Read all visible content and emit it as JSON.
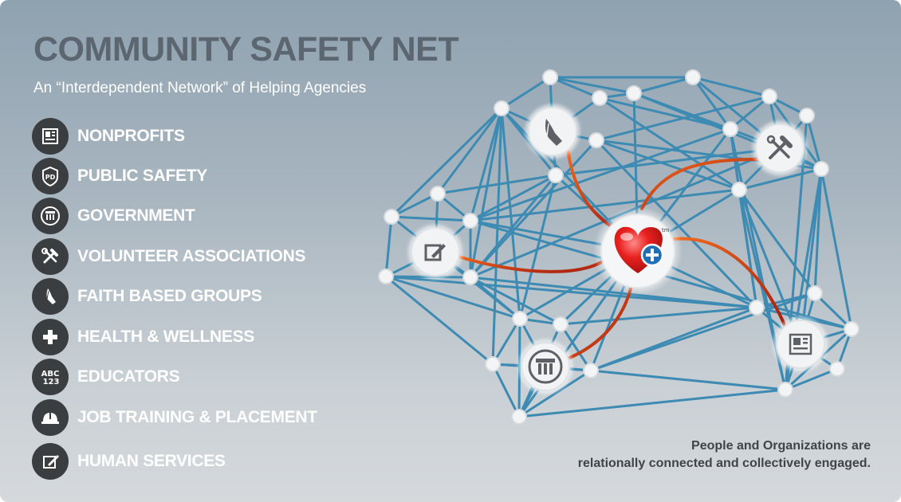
{
  "title": "COMMUNITY SAFETY NET",
  "subtitle": "An “Interdependent Network” of Helping Agencies",
  "legend": [
    {
      "label": "NONPROFITS",
      "icon": "newspaper-icon"
    },
    {
      "label": "PUBLIC SAFETY",
      "icon": "police-badge-icon"
    },
    {
      "label": "GOVERNMENT",
      "icon": "government-building-icon"
    },
    {
      "label": "VOLUNTEER ASSOCIATIONS",
      "icon": "tools-icon"
    },
    {
      "label": "FAITH BASED GROUPS",
      "icon": "praying-hands-icon"
    },
    {
      "label": "HEALTH & WELLNESS",
      "icon": "medical-cross-icon"
    },
    {
      "label": "EDUCATORS",
      "icon": "abc-123-icon"
    },
    {
      "label": "JOB TRAINING & PLACEMENT",
      "icon": "hard-hat-icon"
    },
    {
      "label": "HUMAN SERVICES",
      "icon": "checkbox-pen-icon"
    }
  ],
  "hub": {
    "icon": "heart-plus-icon",
    "mark": "tm"
  },
  "caption": {
    "line1": "People and Organizations are",
    "line2": "relationally connected and collectively engaged."
  },
  "colors": {
    "edge": "#3d8bb3",
    "highlight_start": "#e8621c",
    "highlight_end": "#a81e12",
    "title": "#5b6670",
    "icon_bg": "#3b3e41"
  }
}
